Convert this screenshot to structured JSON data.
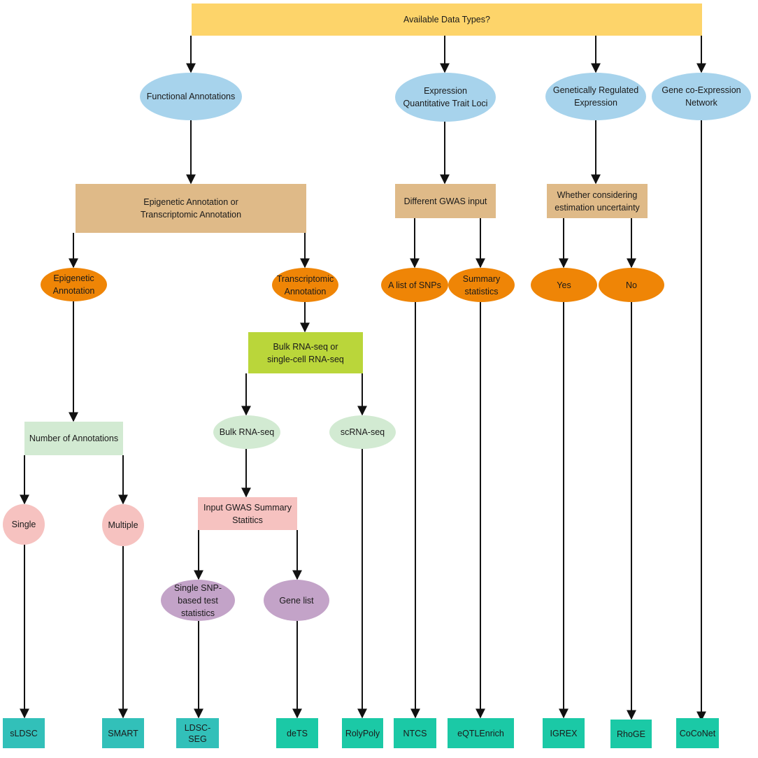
{
  "colors": {
    "edge": "#111111",
    "yellow": "#fdd46a",
    "blue": "#a7d3ec",
    "tan": "#dfba88",
    "orange": "#ef8506",
    "lime": "#bad63a",
    "mint": "#d2ead2",
    "pink": "#f6c2c0",
    "purple": "#c3a3c8",
    "teal": "#1bc9a6"
  },
  "nodes": {
    "root": "Available Data Types?",
    "functional_annotations": "Functional Annotations",
    "eqtl": "Expression\nQuantitative Trait Loci",
    "genetically_regulated": "Genetically Regulated\nExpression",
    "gene_coexpression": "Gene co-Expression\nNetwork",
    "epi_or_trans": "Epigenetic Annotation or\nTranscriptomic Annotation",
    "different_gwas": "Different GWAS input",
    "estimation_uncertainty": "Whether considering\nestimation uncertainty",
    "epigenetic": "Epigenetic\nAnnotation",
    "transcriptomic": "Transcriptomic\nAnnotation",
    "list_snps": "A list of SNPs",
    "summary_statistics": "Summary\nstatistics",
    "yes": "Yes",
    "no": "No",
    "bulk_or_single": "Bulk RNA-seq or\nsingle-cell RNA-seq",
    "number_annotations": "Number of Annotations",
    "bulk_rnaseq": "Bulk RNA-seq",
    "scrnaseq": "scRNA-seq",
    "input_gwas": "Input GWAS Summary\nStatitics",
    "single": "Single",
    "multiple": "Multiple",
    "single_snp": "Single SNP-\nbased test\nstatistics",
    "gene_list": "Gene list",
    "sldsc": "sLDSC",
    "smart": "SMART",
    "ldsc_seg": "LDSC-\nSEG",
    "dets": "deTS",
    "rolypoly": "RolyPoly",
    "ntcs": "NTCS",
    "eqtlenrich": "eQTLEnrich",
    "igrex": "IGREX",
    "rhoge": "RhoGE",
    "coconet": "CoCoNet"
  }
}
